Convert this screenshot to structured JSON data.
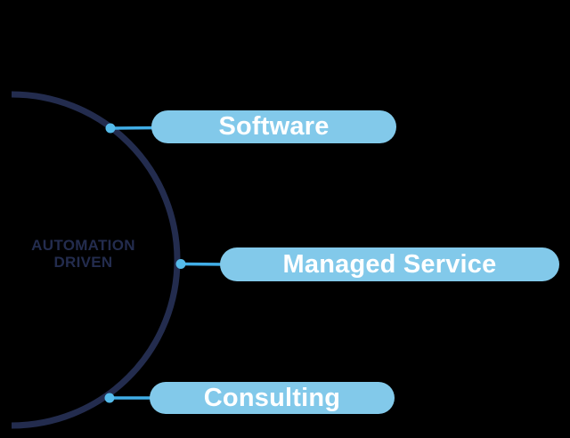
{
  "diagram": {
    "center_label": {
      "line1": "AUTOMATION",
      "line2": "DRIVEN"
    },
    "nodes": [
      {
        "label": "Software"
      },
      {
        "label": "Managed Service"
      },
      {
        "label": "Consulting"
      }
    ],
    "colors": {
      "background": "#000000",
      "arc": "#232C4E",
      "node_fill": "#82C9EA",
      "connector_line": "#41AEE7",
      "connector_dot": "#55BBEA",
      "node_text": "#FFFFFF",
      "center_text": "#232C4E"
    }
  }
}
